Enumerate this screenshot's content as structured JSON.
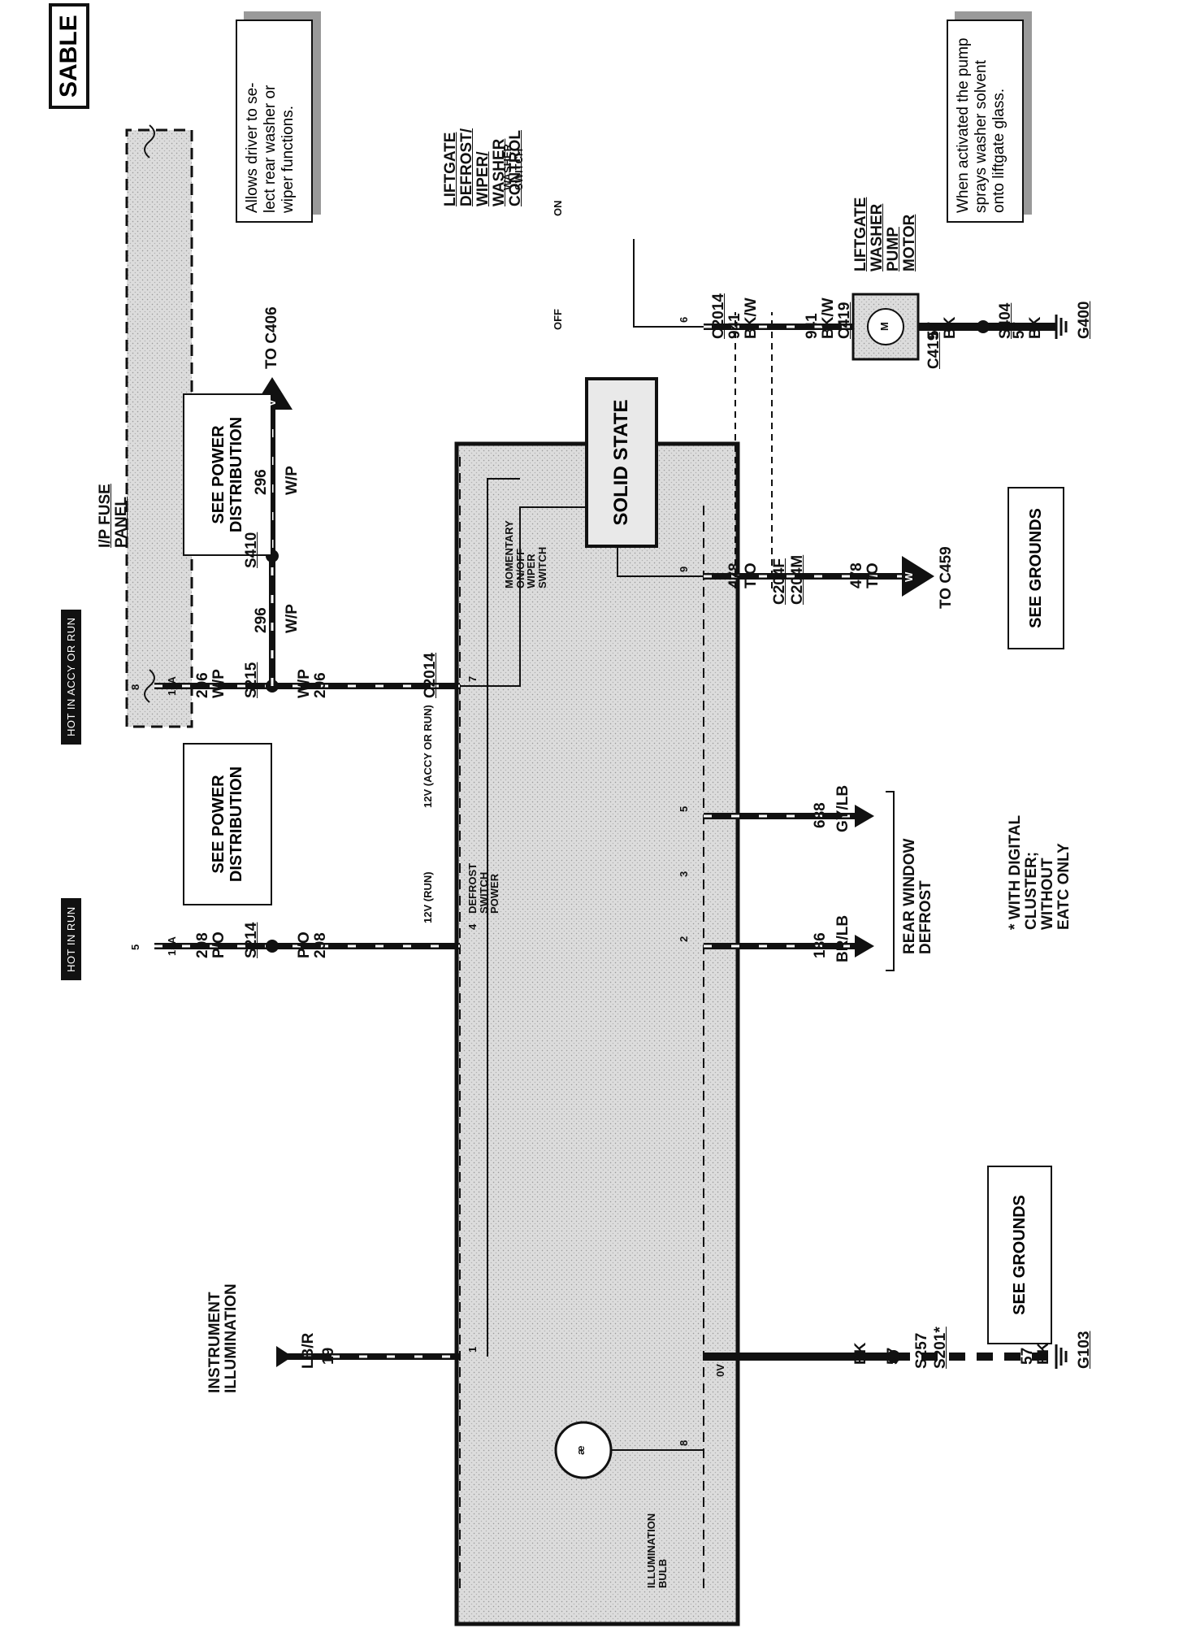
{
  "badge": "SABLE",
  "tags": {
    "hot_in_run": "HOT IN RUN",
    "hot_in_accy_or_run": "HOT IN ACCY OR RUN"
  },
  "fuse_panel": {
    "name": "I/P FUSE\nPANEL",
    "fuse_5": "5",
    "fuse_5_rating": "15A",
    "fuse_8": "8",
    "fuse_8_rating": "15A"
  },
  "boxes": {
    "power_dist_1": "SEE POWER\nDISTRIBUTION",
    "power_dist_2": "SEE POWER\nDISTRIBUTION",
    "grounds_1": "SEE GROUNDS",
    "grounds_2": "SEE GROUNDS"
  },
  "notes": {
    "control": "Allows driver to se-\nlect rear washer or\nwiper functions.",
    "pump": "When activated the pump\nsprays washer solvent\nonto liftgate glass."
  },
  "control_module": {
    "title": "LIFTGATE\nDEFROST/\nWIPER/\nWASHER\nCONTROL",
    "illumination_bulb": "ILLUMINATION\nBULB",
    "defrost_switch_power": "DEFROST\nSWITCH\nPOWER",
    "momentary_switch": "MOMENTARY\nON/OFF\nWIPER\nSWITCH",
    "washer_switch": "WASHER\nSWITCH",
    "solid_state": "SOLID STATE",
    "off": "OFF",
    "on": "ON",
    "v12_run": "12V (RUN)",
    "v12_accy": "12V (ACCY OR RUN)",
    "v0": "0V"
  },
  "pins": {
    "p1": "1",
    "p4": "4",
    "p7": "7",
    "p2": "2",
    "p3": "3",
    "p5": "5",
    "p9": "9",
    "p6": "6",
    "p8": "8"
  },
  "labels": {
    "instrument_illumination": "INSTRUMENT\nILLUMINATION",
    "rear_window_defrost": "REAR WINDOW\nDEFROST",
    "to_c406": "TO C406",
    "to_c459": "TO C459",
    "c406_letter": "V",
    "c459_letter": "W",
    "digital_note": "* WITH DIGITAL\nCLUSTER;\nWITHOUT\nEATC ONLY",
    "pump_motor": "LIFTGATE\nWASHER\nPUMP\nMOTOR",
    "motor_symbol": "M",
    "bulb_symbol": "æ"
  },
  "wires": {
    "n19": "19",
    "lbr": "LB/R",
    "n298a": "298",
    "po_a": "P/O",
    "n298b": "298",
    "po_b": "P/O",
    "n296a": "296",
    "wp_a": "W/P",
    "n296b": "296",
    "wp_b": "W/P",
    "n296c": "296",
    "wp_c": "W/P",
    "n296d": "296",
    "wp_d": "W/P",
    "n57a": "57",
    "bk_a": "BK",
    "n57b": "57",
    "bk_b": "BK",
    "n186": "186",
    "brlb": "BR/LB",
    "n688": "688",
    "gylb": "GY/LB",
    "n478a": "478",
    "to_a": "T/O",
    "n478b": "478",
    "to_b": "T/O",
    "n941a": "941",
    "bkw_a": "BK/W",
    "n941b": "941",
    "bkw_b": "BK/W",
    "n57c": "57",
    "bk_c": "BK",
    "n57d": "57",
    "bk_d": "BK"
  },
  "splices": {
    "s214": "S214",
    "s215": "S215",
    "s410": "S410",
    "s257": "S257",
    "s201": "S201*",
    "s404": "S404",
    "g103": "G103",
    "g400": "G400"
  },
  "connectors": {
    "c2014_a": "C2014",
    "c2014_b": "C2014",
    "c204f": "C204F",
    "c204m": "C204M",
    "c419_a": "C419",
    "c419_b": "C419"
  }
}
